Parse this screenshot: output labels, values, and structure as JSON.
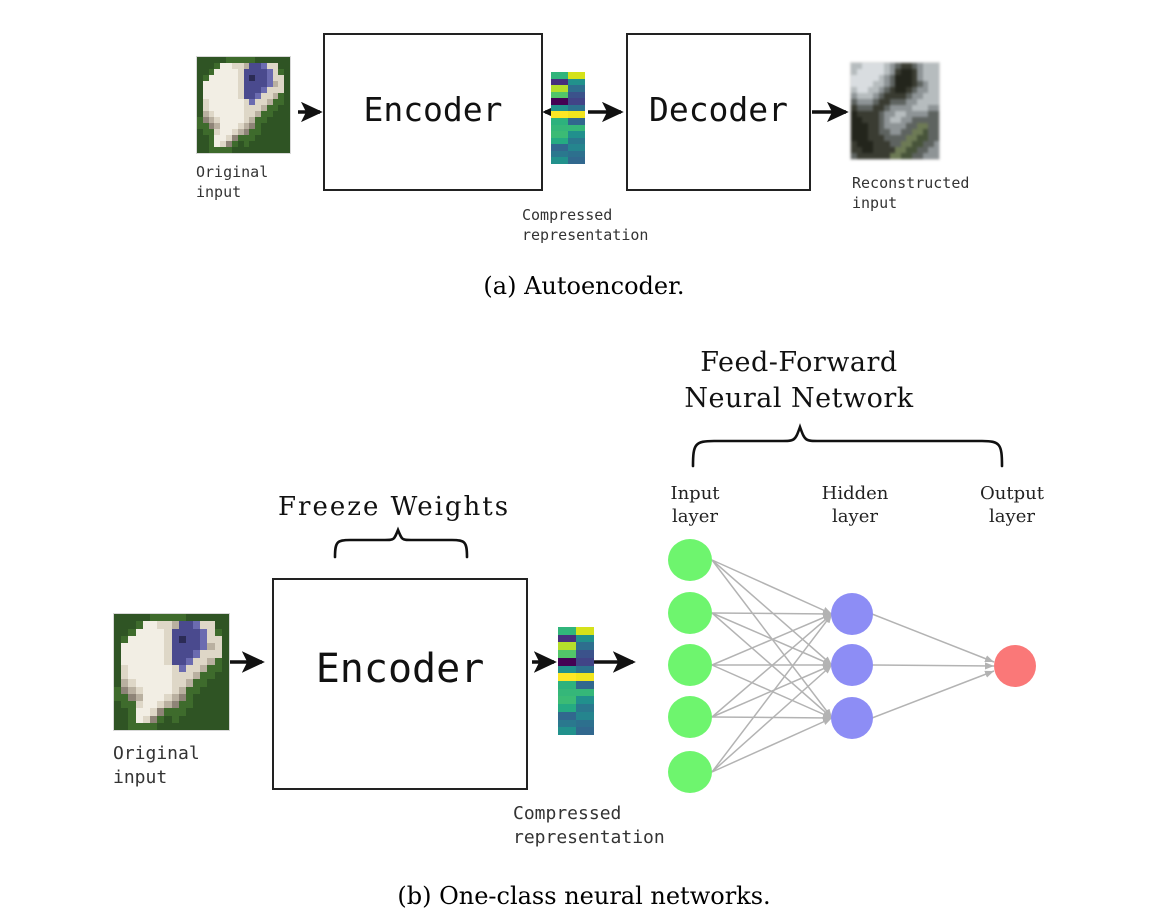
{
  "figure": {
    "panel_a": {
      "caption": "(a) Autoencoder.",
      "original_input_label": "Original\ninput",
      "encoder_label": "Encoder",
      "compressed_label": "Compressed\nrepresentation",
      "decoder_label": "Decoder",
      "reconstructed_label": "Reconstructed\ninput"
    },
    "panel_b": {
      "caption": "(b) One-class neural networks.",
      "original_input_label": "Original\ninput",
      "encoder_label": "Encoder",
      "freeze_label": "Freeze Weights",
      "compressed_label": "Compressed\nrepresentation",
      "network_title_line1": "Feed-Forward",
      "network_title_line2": "Neural Network",
      "layer_labels": [
        {
          "name": "input-layer",
          "line1": "Input",
          "line2": "layer"
        },
        {
          "name": "hidden-layer",
          "line1": "Hidden",
          "line2": "layer"
        },
        {
          "name": "output-layer",
          "line1": "Output",
          "line2": "layer"
        }
      ],
      "network": {
        "input_nodes": 5,
        "hidden_nodes": 3,
        "output_nodes": 1,
        "input_node_color": "#6EF56E",
        "hidden_node_color": "#8D8DF5",
        "output_node_color": "#FA7878",
        "edge_color": "#b3b3b3"
      }
    }
  },
  "colors": {
    "background": "#FFFFFF",
    "stroke": "#222222",
    "arrow": "#111111",
    "text": "#333333"
  },
  "latent_strip": {
    "description": "viridis-colormap compressed code, 2 columns x 14 rows",
    "left_column": [
      "#31b57b",
      "#472f7d",
      "#b5de2b",
      "#52c569",
      "#440154",
      "#21918c",
      "#fde725",
      "#2db27d",
      "#35b779",
      "#3bbb75",
      "#25ab82",
      "#31688e",
      "#2a788e",
      "#21918c"
    ],
    "right_column": [
      "#d5e21a",
      "#21918c",
      "#2e6e8e",
      "#3b528b",
      "#414487",
      "#2c728e",
      "#f1e51d",
      "#31688e",
      "#35b779",
      "#21908d",
      "#2a788e",
      "#25858e",
      "#2d708e",
      "#31688e"
    ]
  },
  "photo_original": {
    "description": "32x32 CIFAR-like photo: white dog with blue patch on grass",
    "grid": 16
  },
  "photo_reconstructed": {
    "description": "blurry reconstruction of the dog photo",
    "grid": 16
  }
}
